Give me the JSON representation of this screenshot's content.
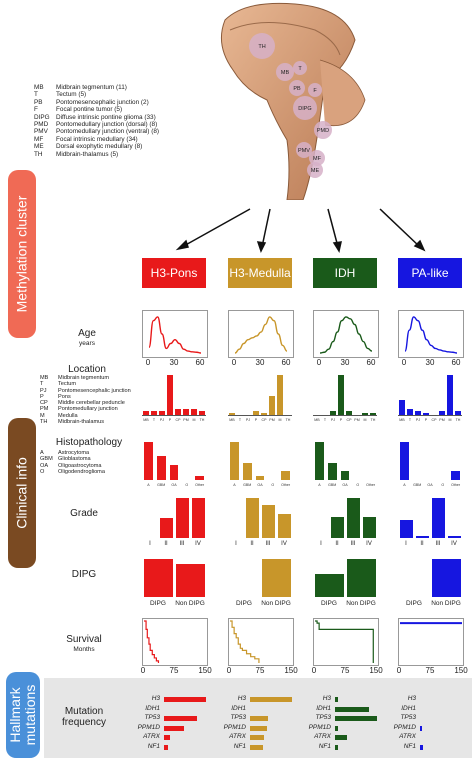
{
  "colors": {
    "h3pons": "#e8191a",
    "h3medulla": "#c8962a",
    "idh": "#1a5a1a",
    "palike": "#1616e0",
    "methylation_band": "#f06a55",
    "clinical_band": "#7a4a22",
    "hallmark_band": "#4a90d9",
    "mutation_bg": "#e6e6e6"
  },
  "brain_legend": [
    {
      "abbr": "MB",
      "text": "Midbrain tegmentum (11)"
    },
    {
      "abbr": "T",
      "text": "Tectum (5)"
    },
    {
      "abbr": "PB",
      "text": "Pontomesencephalic junction (2)"
    },
    {
      "abbr": "F",
      "text": "Focal pontine tumor (5)"
    },
    {
      "abbr": "DIPG",
      "text": "Diffuse intrinsic pontine glioma (33)"
    },
    {
      "abbr": "PMD",
      "text": "Pontomedullary junction (dorsal) (8)"
    },
    {
      "abbr": "PMV",
      "text": "Pontomedullary junction (ventral) (8)"
    },
    {
      "abbr": "MF",
      "text": "Focal intrinsic medullary (34)"
    },
    {
      "abbr": "ME",
      "text": "Dorsal exophytic medullary (8)"
    },
    {
      "abbr": "TH",
      "text": "Midbrain-thalamus (5)"
    }
  ],
  "brain_labels": [
    "TH",
    "MB",
    "T",
    "PB",
    "F",
    "DIPG",
    "PMD",
    "PMV",
    "MF",
    "ME"
  ],
  "side_bands": {
    "methylation": "Methylation cluster",
    "clinical": "Clinical info",
    "hallmark": "Hallmark mutations"
  },
  "clusters": [
    "H3-Pons",
    "H3-Medulla",
    "IDH",
    "PA-like"
  ],
  "rows": {
    "age": {
      "title": "Age",
      "sub": "years"
    },
    "location": {
      "title": "Location"
    },
    "histopathology": {
      "title": "Histopathology"
    },
    "grade": {
      "title": "Grade"
    },
    "dipg": {
      "title": "DIPG"
    },
    "survival": {
      "title": "Survival",
      "sub": "Months"
    },
    "mutation": {
      "title": "Mutation frequency"
    }
  },
  "location_legend": [
    {
      "abbr": "MB",
      "text": "Midbrain tegmentum"
    },
    {
      "abbr": "T",
      "text": "Tectum"
    },
    {
      "abbr": "PJ",
      "text": "Pontomesencephalic junction"
    },
    {
      "abbr": "P",
      "text": "Pons"
    },
    {
      "abbr": "CP",
      "text": "Middle cerebellar peduncle"
    },
    {
      "abbr": "PM",
      "text": "Pontomedullary junction"
    },
    {
      "abbr": "M",
      "text": "Medulla"
    },
    {
      "abbr": "TH",
      "text": "Midbrain-thalamus"
    }
  ],
  "histo_legend": [
    {
      "abbr": "A",
      "text": "Astrocytoma"
    },
    {
      "abbr": "GBM",
      "text": "Glioblastoma"
    },
    {
      "abbr": "OA",
      "text": "Oligoastrocytoma"
    },
    {
      "abbr": "O",
      "text": "Oligodendroglioma"
    }
  ],
  "age_ticks": [
    "0",
    "30",
    "60"
  ],
  "location_ticks": [
    "MB",
    "T",
    "PJ",
    "P",
    "CP",
    "PM",
    "M",
    "TH"
  ],
  "histo_ticks": [
    "A",
    "GBM",
    "OA",
    "O",
    "Other"
  ],
  "grade_ticks": [
    "I",
    "II",
    "III",
    "IV"
  ],
  "dipg_ticks": [
    "DIPG",
    "Non\nDIPG"
  ],
  "survival_ticks": [
    "0",
    "75",
    "150"
  ],
  "mutation_genes": [
    "H3",
    "IDH1",
    "TP53",
    "PPM1D",
    "ATRX",
    "NF1"
  ],
  "chart_data": [
    {
      "type": "line",
      "title": "Age",
      "xlabel": "years",
      "x": [
        0,
        5,
        10,
        15,
        20,
        25,
        30,
        35,
        40,
        45,
        50,
        55,
        60
      ],
      "xlim": [
        0,
        60
      ],
      "series": [
        {
          "name": "H3-Pons",
          "values": [
            0.15,
            0.85,
            0.95,
            0.5,
            0.12,
            0.25,
            0.35,
            0.25,
            0.1,
            0.05,
            0.03,
            0.02,
            0.0
          ]
        },
        {
          "name": "H3-Medulla",
          "values": [
            0.0,
            0.1,
            0.25,
            0.35,
            0.4,
            0.45,
            0.55,
            0.75,
            0.95,
            0.85,
            0.5,
            0.2,
            0.05
          ]
        },
        {
          "name": "IDH",
          "values": [
            0.0,
            0.02,
            0.1,
            0.3,
            0.55,
            0.85,
            0.95,
            0.9,
            0.75,
            0.5,
            0.3,
            0.12,
            0.05
          ]
        },
        {
          "name": "PA-like",
          "values": [
            0.05,
            0.6,
            0.95,
            0.85,
            0.6,
            0.35,
            0.2,
            0.12,
            0.08,
            0.05,
            0.03,
            0.02,
            0.0
          ]
        }
      ]
    },
    {
      "type": "bar",
      "title": "Location",
      "categories": [
        "MB",
        "T",
        "PJ",
        "P",
        "CP",
        "PM",
        "M",
        "TH"
      ],
      "series": [
        {
          "name": "H3-Pons",
          "values": [
            4,
            4,
            4,
            38,
            6,
            6,
            6,
            4
          ]
        },
        {
          "name": "H3-Medulla",
          "values": [
            2,
            0,
            0,
            4,
            2,
            18,
            38,
            0
          ]
        },
        {
          "name": "IDH",
          "values": [
            0,
            0,
            4,
            38,
            4,
            0,
            2,
            2
          ]
        },
        {
          "name": "PA-like",
          "values": [
            14,
            6,
            4,
            2,
            0,
            4,
            38,
            4
          ]
        }
      ]
    },
    {
      "type": "bar",
      "title": "Histopathology",
      "categories": [
        "A",
        "GBM",
        "OA",
        "O",
        "Other"
      ],
      "series": [
        {
          "name": "H3-Pons",
          "values": [
            38,
            24,
            15,
            0,
            4
          ]
        },
        {
          "name": "H3-Medulla",
          "values": [
            38,
            17,
            4,
            0,
            9
          ]
        },
        {
          "name": "IDH",
          "values": [
            38,
            17,
            9,
            0,
            0
          ]
        },
        {
          "name": "PA-like",
          "values": [
            38,
            0,
            0,
            0,
            9
          ]
        }
      ]
    },
    {
      "type": "bar",
      "title": "Grade",
      "categories": [
        "I",
        "II",
        "III",
        "IV"
      ],
      "series": [
        {
          "name": "H3-Pons",
          "values": [
            0,
            19,
            38,
            38
          ]
        },
        {
          "name": "H3-Medulla",
          "values": [
            0,
            38,
            31,
            23
          ]
        },
        {
          "name": "IDH",
          "values": [
            0,
            20,
            38,
            20
          ]
        },
        {
          "name": "PA-like",
          "values": [
            17,
            2,
            38,
            2
          ]
        }
      ]
    },
    {
      "type": "bar",
      "title": "DIPG",
      "categories": [
        "DIPG",
        "Non DIPG"
      ],
      "series": [
        {
          "name": "H3-Pons",
          "values": [
            38,
            33
          ]
        },
        {
          "name": "H3-Medulla",
          "values": [
            0,
            38
          ]
        },
        {
          "name": "IDH",
          "values": [
            23,
            38
          ]
        },
        {
          "name": "PA-like",
          "values": [
            0,
            38
          ]
        }
      ]
    },
    {
      "type": "line",
      "title": "Survival",
      "xlabel": "Months",
      "xlim": [
        0,
        150
      ],
      "series": [
        {
          "name": "H3-Pons",
          "x": [
            0,
            5,
            8,
            12,
            15,
            20,
            25,
            30,
            35
          ],
          "values": [
            1.0,
            0.8,
            0.6,
            0.45,
            0.3,
            0.2,
            0.12,
            0.05,
            0.0
          ]
        },
        {
          "name": "H3-Medulla",
          "x": [
            0,
            5,
            10,
            15,
            20,
            25,
            30,
            40,
            50,
            60,
            70
          ],
          "values": [
            1.0,
            0.85,
            0.7,
            0.6,
            0.45,
            0.35,
            0.3,
            0.22,
            0.15,
            0.1,
            0.0
          ]
        },
        {
          "name": "IDH",
          "x": [
            0,
            5,
            10,
            20,
            40,
            60,
            90,
            140,
            141
          ],
          "values": [
            1.0,
            0.95,
            0.8,
            0.8,
            0.8,
            0.8,
            0.8,
            0.8,
            0.0
          ]
        },
        {
          "name": "PA-like",
          "x": [
            0,
            150
          ],
          "values": [
            0.95,
            0.95
          ]
        }
      ]
    },
    {
      "type": "bar",
      "title": "Mutation frequency",
      "categories": [
        "H3",
        "IDH1",
        "TP53",
        "PPM1D",
        "ATRX",
        "NF1"
      ],
      "series": [
        {
          "name": "H3-Pons",
          "values": [
            1.0,
            0,
            0.78,
            0.48,
            0.15,
            0.1
          ]
        },
        {
          "name": "H3-Medulla",
          "values": [
            1.0,
            0,
            0.43,
            0.4,
            0.33,
            0.3
          ]
        },
        {
          "name": "IDH",
          "values": [
            0.08,
            0.8,
            1.0,
            0.08,
            0.28,
            0.08
          ]
        },
        {
          "name": "PA-like",
          "values": [
            0,
            0,
            0,
            0.05,
            0,
            0.08
          ]
        }
      ]
    }
  ]
}
